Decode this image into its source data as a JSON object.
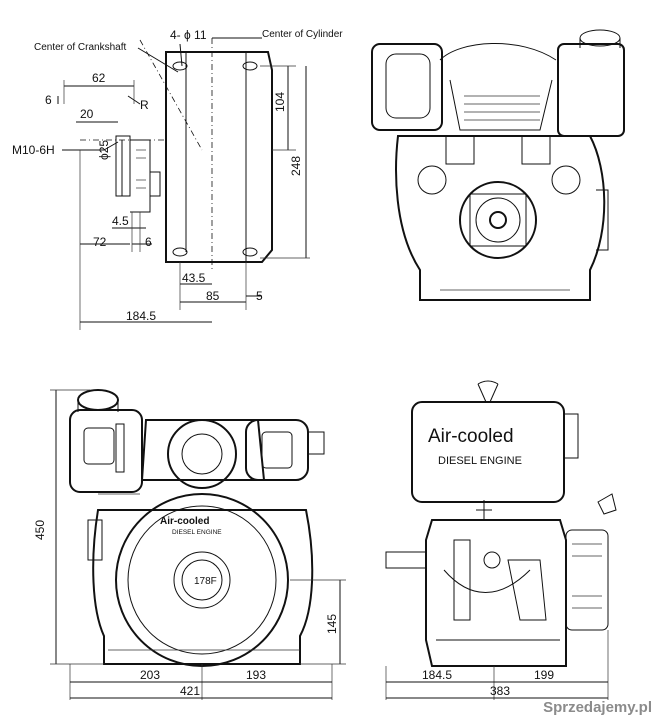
{
  "top_left": {
    "center_crankshaft": "Center of Crankshaft",
    "center_cylinder": "Center of Cylinder",
    "holes": "4- ϕ 11",
    "thread": "M10-6H",
    "radius": "R",
    "dims": {
      "d62": "62",
      "d6a": "6",
      "d20": "20",
      "d25": "ϕ25",
      "d104": "104",
      "d248": "248",
      "d45": "4.5",
      "d72": "72",
      "d6b": "6",
      "d435": "43.5",
      "d85": "85",
      "d5": "5",
      "d1845": "184.5"
    }
  },
  "front_view": {
    "label_main": "Air-cooled",
    "label_sub": "DIESEL ENGINE",
    "model": "178F",
    "dims": {
      "d450": "450",
      "d145": "145",
      "d203": "203",
      "d193": "193",
      "d421": "421"
    }
  },
  "side_view": {
    "label_main": "Air-cooled",
    "label_sub": "DIESEL ENGINE",
    "dims": {
      "d1845": "184.5",
      "d199": "199",
      "d383": "383"
    }
  },
  "watermark": "Sprzedajemy.pl"
}
